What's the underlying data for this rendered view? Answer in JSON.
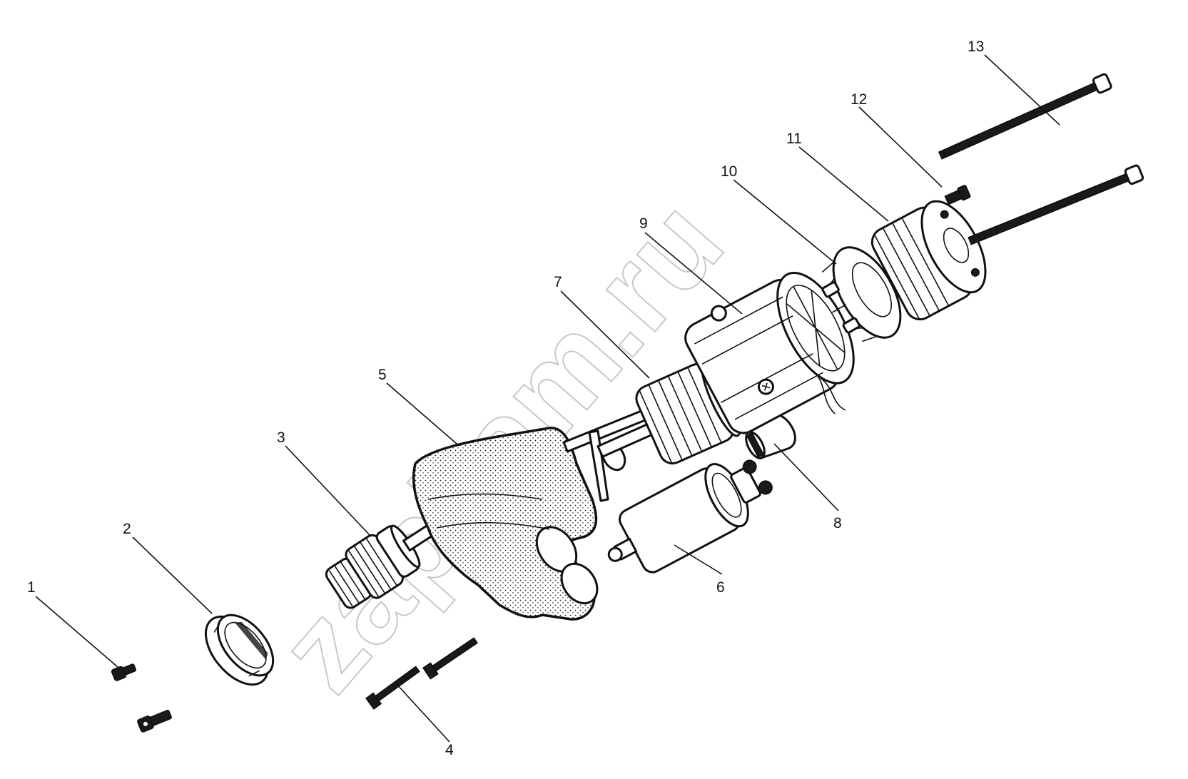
{
  "watermark": "zapkam.ru",
  "callouts": [
    {
      "id": "1",
      "label": "1",
      "part": "bolt"
    },
    {
      "id": "2",
      "label": "2",
      "part": "bushing-cap"
    },
    {
      "id": "3",
      "label": "3",
      "part": "drive-pinion"
    },
    {
      "id": "4",
      "label": "4",
      "part": "screws"
    },
    {
      "id": "5",
      "label": "5",
      "part": "drive-housing"
    },
    {
      "id": "6",
      "label": "6",
      "part": "solenoid"
    },
    {
      "id": "7",
      "label": "7",
      "part": "armature"
    },
    {
      "id": "8",
      "label": "8",
      "part": "plug"
    },
    {
      "id": "9",
      "label": "9",
      "part": "stator-housing"
    },
    {
      "id": "10",
      "label": "10",
      "part": "brush-holder"
    },
    {
      "id": "11",
      "label": "11",
      "part": "end-cover"
    },
    {
      "id": "12",
      "label": "12",
      "part": "screw"
    },
    {
      "id": "13",
      "label": "13",
      "part": "through-bolts"
    }
  ]
}
